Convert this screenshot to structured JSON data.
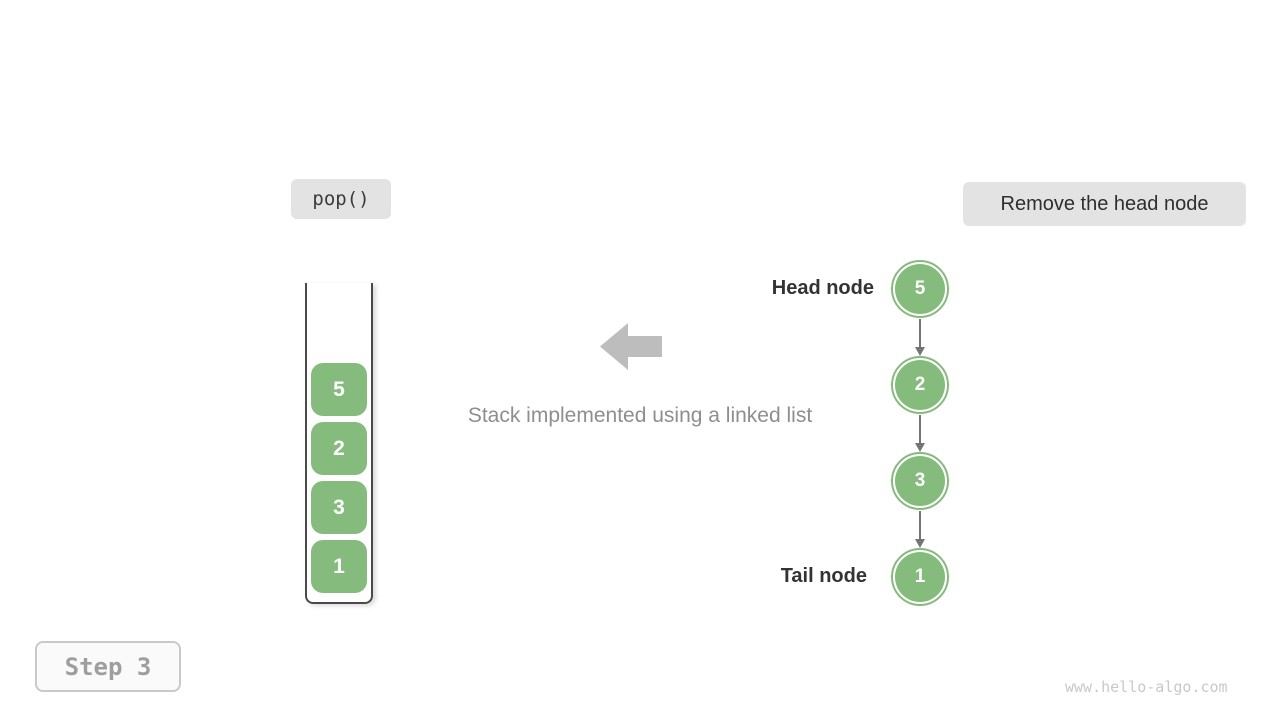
{
  "colors": {
    "green": "#85bb7c",
    "badge_bg": "#e3e3e3",
    "big_arrow": "#bdbdbd",
    "connector": "#757575",
    "container_border": "#4a4a4a"
  },
  "operation_badge": "pop()",
  "action_badge": "Remove the head node",
  "caption": "Stack implemented using a linked list",
  "stack": {
    "items": [
      "5",
      "2",
      "3",
      "1"
    ]
  },
  "linked_list": {
    "head_label": "Head node",
    "tail_label": "Tail node",
    "nodes": [
      "5",
      "2",
      "3",
      "1"
    ]
  },
  "step_badge": "Step 3",
  "watermark": "www.hello-algo.com"
}
